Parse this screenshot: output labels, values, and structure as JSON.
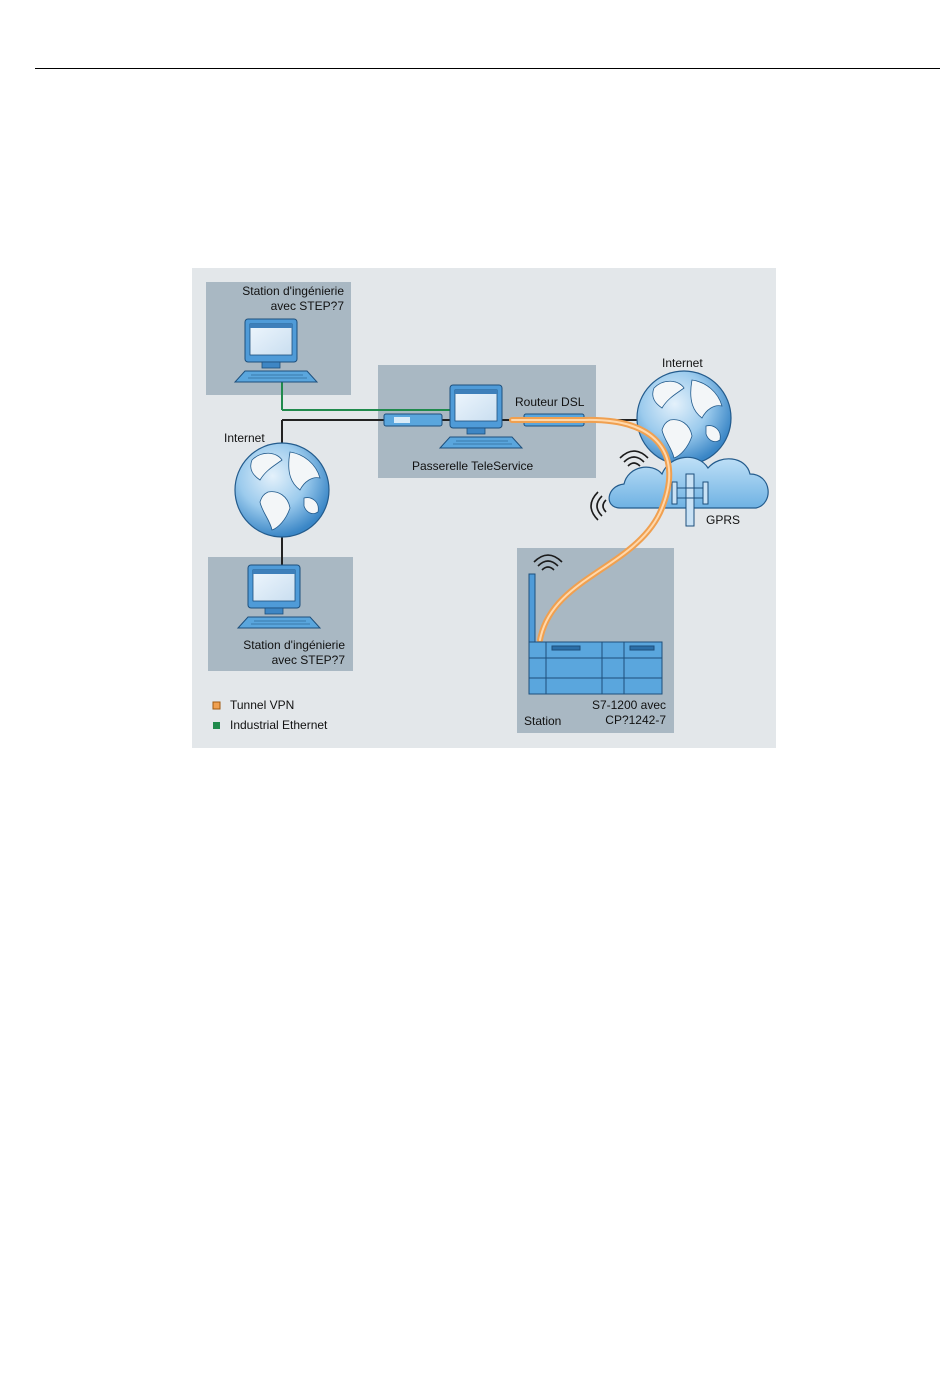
{
  "labels": {
    "engineering_top_line1": "Station d'ingénierie",
    "engineering_top_line2": "avec STEP?7",
    "engineering_bottom_line1": "Station d'ingénierie",
    "engineering_bottom_line2": "avec STEP?7",
    "internet_left": "Internet",
    "internet_right": "Internet",
    "router": "Routeur DSL",
    "gateway": "Passerelle TeleService",
    "gprs": "GPRS",
    "station": "Station",
    "plc_line1": "S7-1200 avec",
    "plc_line2": "CP?1242-7"
  },
  "legend": [
    {
      "label": "Tunnel VPN",
      "color": "#f0a050"
    },
    {
      "label": "Industrial Ethernet",
      "color": "#1f8a4c"
    }
  ],
  "colors": {
    "panel": "#a9b8c3",
    "background": "#e3e7ea",
    "vpn": "#f0a050",
    "ethernet": "#1f8a4c",
    "cable": "#222222",
    "device": "#5aa6dd"
  }
}
